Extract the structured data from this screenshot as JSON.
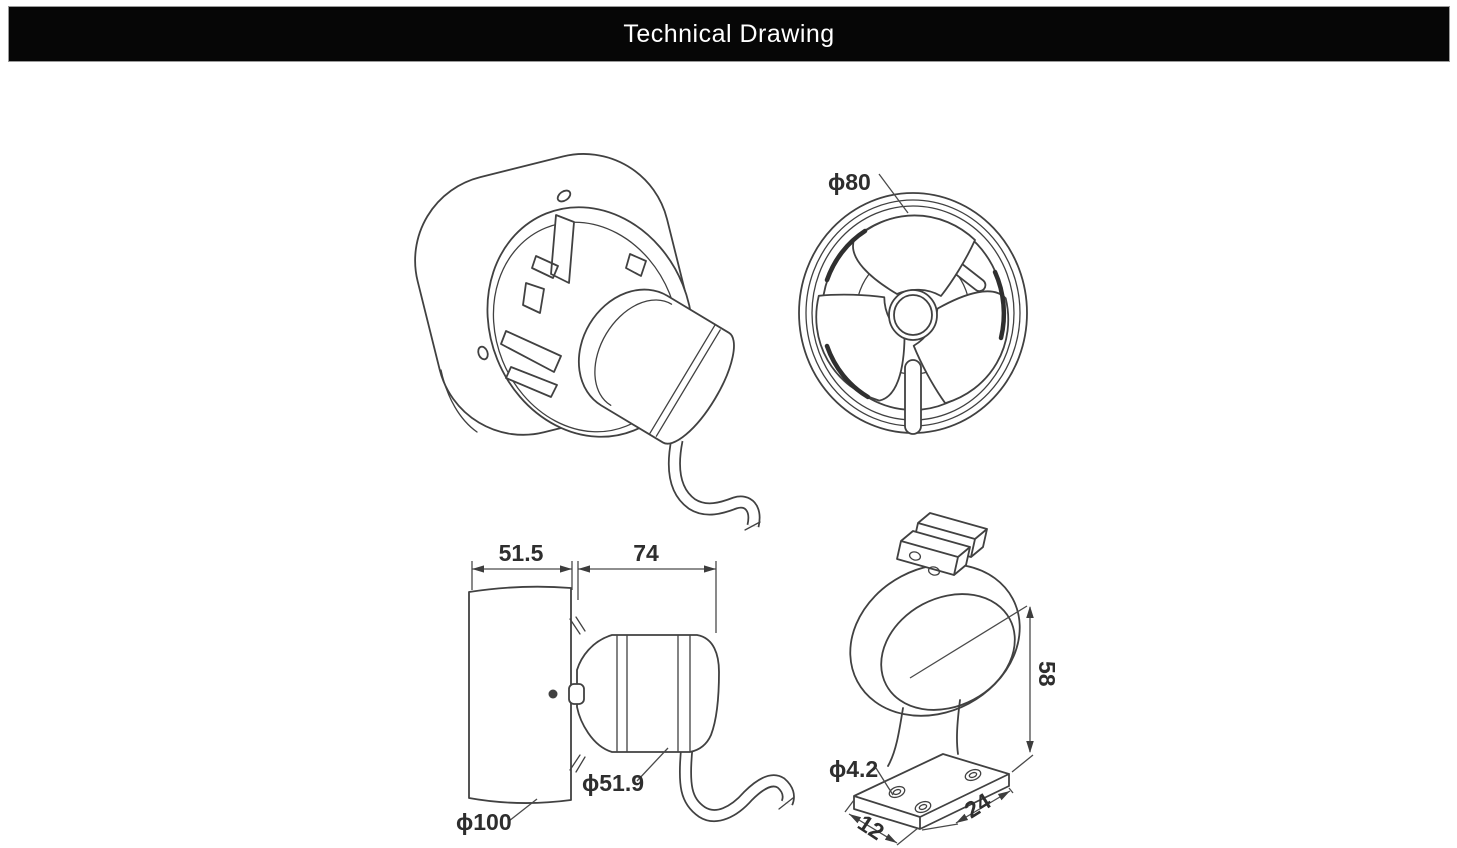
{
  "header": {
    "title": "Technical Drawing"
  },
  "views": {
    "front": {
      "dia_label": "ϕ80"
    },
    "side": {
      "duct_width": "51.5",
      "motor_length": "74",
      "motor_dia": "ϕ51.9",
      "duct_dia": "ϕ100"
    },
    "bracket": {
      "hole_dia": "ϕ4.2",
      "height": "58",
      "base_depth": "12",
      "base_width": "24"
    }
  },
  "colors": {
    "background": "#ffffff",
    "header_bg": "#060606",
    "header_text": "#ffffff",
    "line": "#414141"
  }
}
